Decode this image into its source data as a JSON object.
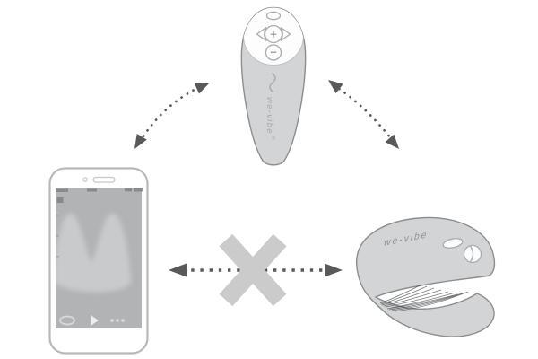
{
  "diagram": {
    "description": "We-Vibe connectivity diagram: smartphone app pairs with remote control, remote control pairs with wearable product, no direct connection between app and product",
    "nodes": [
      {
        "id": "remote-control"
      },
      {
        "id": "smartphone-app"
      },
      {
        "id": "wearable-product"
      }
    ],
    "connections": [
      {
        "from": "smartphone-app",
        "to": "remote-control",
        "style": "dotted-curved-double-arrow",
        "allowed": true
      },
      {
        "from": "remote-control",
        "to": "wearable-product",
        "style": "dotted-curved-double-arrow",
        "allowed": true
      },
      {
        "from": "smartphone-app",
        "to": "wearable-product",
        "style": "dotted-straight-double-arrow",
        "allowed": false,
        "marker": "cross-out"
      }
    ]
  },
  "colors": {
    "background": "#ffffff",
    "arrow": "#58595b",
    "cross": "#cbcbcb",
    "device_fill": "#d3d4d5",
    "device_stroke": "#8b8d8f",
    "phone_stroke": "#b7b8ba",
    "screen_fill": "#b2b3b5",
    "wave_fill": "#c9cacb"
  },
  "remote": {
    "brand": "we-vibe",
    "reg": "®",
    "plus_label": "+",
    "minus_label": "−"
  },
  "wearable": {
    "brand": "we-vibe"
  }
}
